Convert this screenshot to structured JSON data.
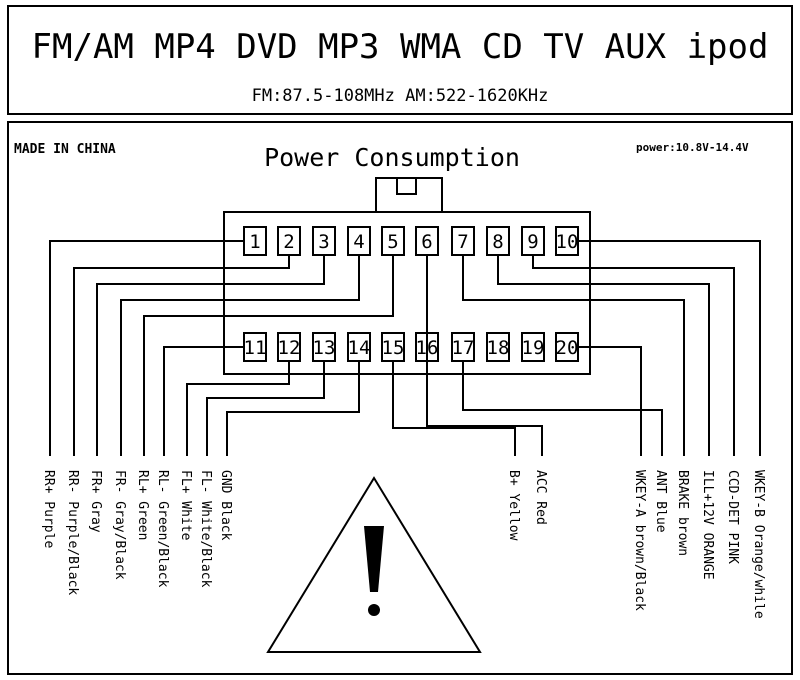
{
  "header": {
    "formats": "FM/AM MP4 DVD MP3 WMA CD TV AUX ipod",
    "frequencies": "FM:87.5-108MHz   AM:522-1620KHz"
  },
  "labels": {
    "made_in": "MADE IN CHINA",
    "title": "Power Consumption",
    "power": "power:10.8V-14.4V"
  },
  "pins_top": [
    "1",
    "2",
    "3",
    "4",
    "5",
    "6",
    "7",
    "8",
    "9",
    "10"
  ],
  "pins_bottom": [
    "11",
    "12",
    "13",
    "14",
    "15",
    "16",
    "17",
    "18",
    "19",
    "20"
  ],
  "wires_left": [
    {
      "pin": "1",
      "label": "RR+  Purple"
    },
    {
      "pin": "2",
      "label": "RR-  Purple/Black"
    },
    {
      "pin": "3",
      "label": "FR+  Gray"
    },
    {
      "pin": "4",
      "label": "FR-  Gray/Black"
    },
    {
      "pin": "5",
      "label": "RL+  Green"
    },
    {
      "pin": "11",
      "label": "RL-  Green/Black"
    },
    {
      "pin": "12",
      "label": "FL+  White"
    },
    {
      "pin": "13",
      "label": "FL-  White/Black"
    },
    {
      "pin": "14",
      "label": "GND  Black"
    }
  ],
  "wires_middle": [
    {
      "pin": "15",
      "label": "B+  Yellow"
    },
    {
      "pin": "6",
      "label": "ACC  Red"
    }
  ],
  "wires_right": [
    {
      "pin": "16",
      "label": "WKEY-A brown/Black"
    },
    {
      "pin": "17",
      "label": "ANT  Blue"
    },
    {
      "pin": "7",
      "label": "BRAKE brown"
    },
    {
      "pin": "8",
      "label": "ILL+12V  ORANGE"
    },
    {
      "pin": "9",
      "label": "CCD-DET PINK"
    },
    {
      "pin": "10",
      "label": "WKEY-B Orange/while"
    }
  ],
  "colors": {
    "ink": "#000000",
    "background": "#ffffff"
  }
}
